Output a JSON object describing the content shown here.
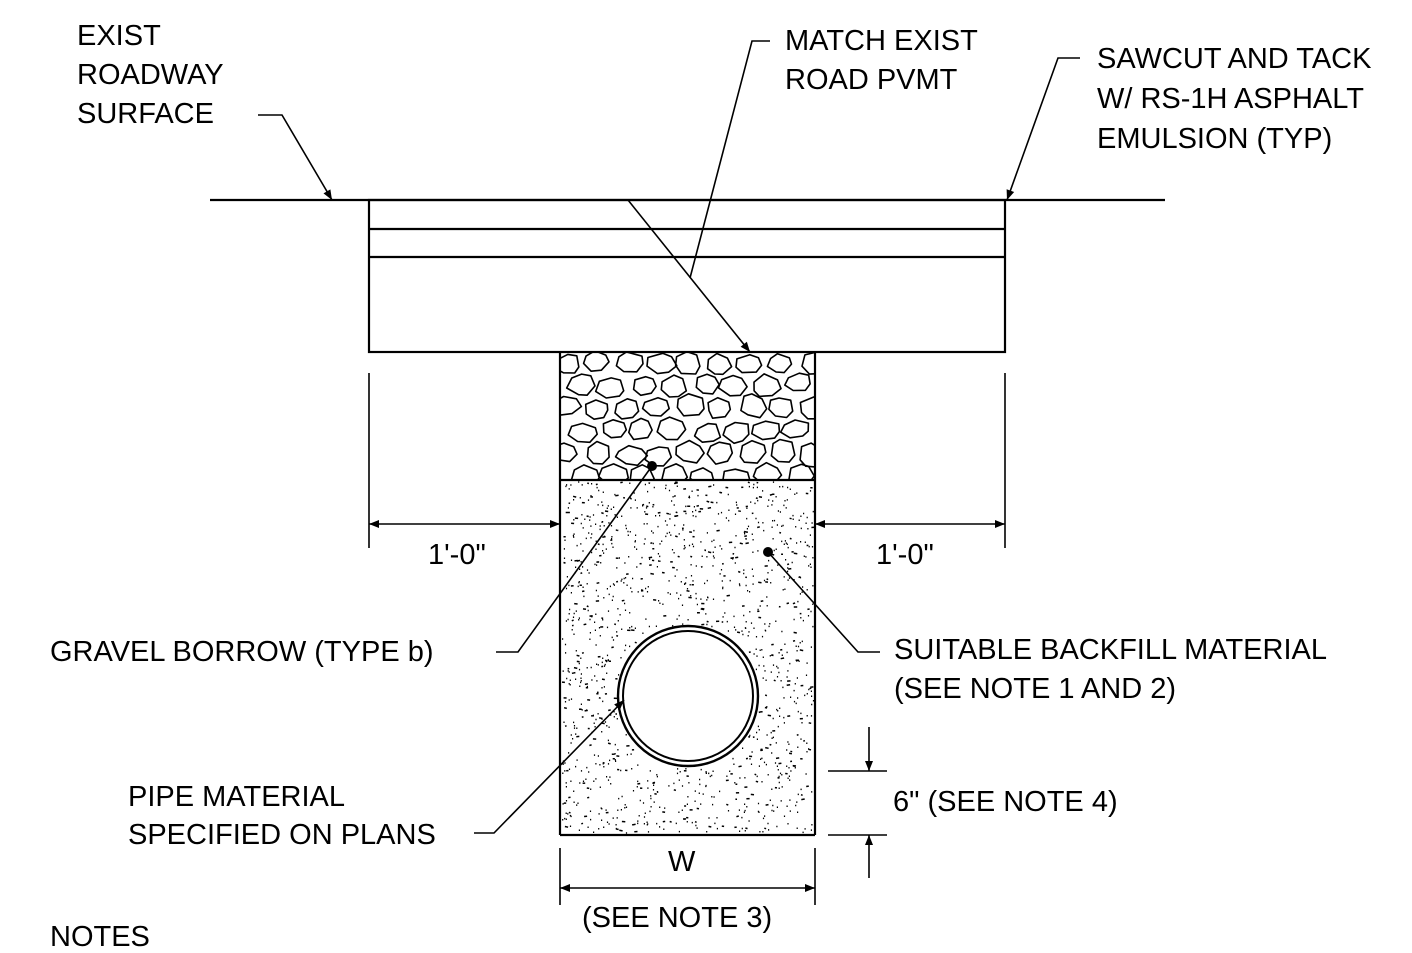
{
  "labels": {
    "exist_roadway": [
      "EXIST",
      "ROADWAY",
      "SURFACE"
    ],
    "match_exist": [
      "MATCH EXIST",
      "ROAD PVMT"
    ],
    "sawcut": [
      "SAWCUT AND TACK",
      "W/ RS-1H ASPHALT",
      "EMULSION (TYP)"
    ],
    "dim_left": "1'-0\"",
    "dim_right": "1'-0\"",
    "gravel_borrow": "GRAVEL BORROW (TYPE b)",
    "suitable_backfill": [
      "SUITABLE BACKFILL MATERIAL",
      "(SEE NOTE 1 AND 2)"
    ],
    "pipe_material": [
      "PIPE MATERIAL",
      "SPECIFIED ON PLANS"
    ],
    "six_inch": "6\" (SEE NOTE 4)",
    "width_label": "W",
    "see_note_3": "(SEE NOTE 3)",
    "notes_heading": "NOTES"
  },
  "colors": {
    "ink": "#000000",
    "paper": "#ffffff"
  }
}
